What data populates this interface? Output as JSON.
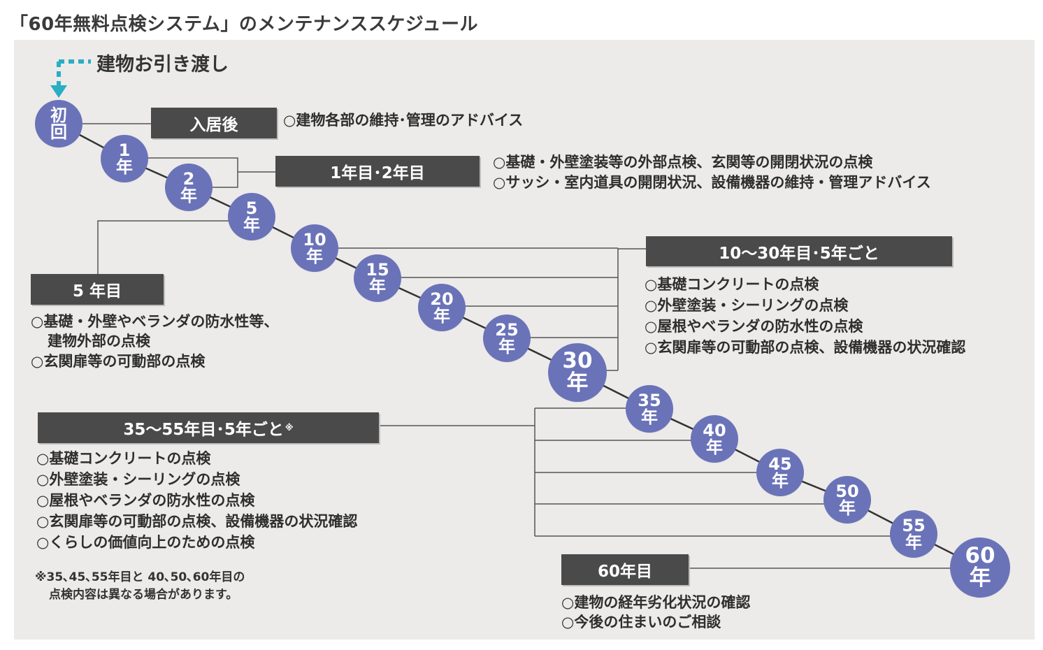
{
  "title": "「60年無料点検システム」のメンテナンススケジュール",
  "handover_label": "建物お引き渡し",
  "nodes": [
    {
      "num": "初",
      "unit": "回"
    },
    {
      "num": "1",
      "unit": "年"
    },
    {
      "num": "2",
      "unit": "年"
    },
    {
      "num": "5",
      "unit": "年"
    },
    {
      "num": "10",
      "unit": "年"
    },
    {
      "num": "15",
      "unit": "年"
    },
    {
      "num": "20",
      "unit": "年"
    },
    {
      "num": "25",
      "unit": "年"
    },
    {
      "num": "30",
      "unit": "年"
    },
    {
      "num": "35",
      "unit": "年"
    },
    {
      "num": "40",
      "unit": "年"
    },
    {
      "num": "45",
      "unit": "年"
    },
    {
      "num": "50",
      "unit": "年"
    },
    {
      "num": "55",
      "unit": "年"
    },
    {
      "num": "60",
      "unit": "年"
    }
  ],
  "groups": {
    "after_move": {
      "label": "入居後",
      "items": [
        "○建物各部の維持･管理のアドバイス"
      ]
    },
    "year1_2": {
      "label": "1年目･2年目",
      "items": [
        "○基礎・外壁塗装等の外部点検、玄関等の開閉状況の点検",
        "○サッシ・室内道具の開閉状況、設備機器の維持・管理アドバイス"
      ]
    },
    "year5": {
      "label": "5 年目",
      "items": [
        "○基礎・外壁やベランダの防水性等、",
        "建物外部の点検",
        "○玄関扉等の可動部の点検"
      ]
    },
    "year10_30": {
      "label": "10〜30年目･5年ごと",
      "items": [
        "○基礎コンクリートの点検",
        "○外壁塗装・シーリングの点検",
        "○屋根やベランダの防水性の点検",
        "○玄関扉等の可動部の点検、設備機器の状況確認"
      ]
    },
    "year35_55": {
      "label": "35〜55年目･5年ごと",
      "mark": "※",
      "items": [
        "○基礎コンクリートの点検",
        "○外壁塗装・シーリングの点検",
        "○屋根やベランダの防水性の点検",
        "○玄関扉等の可動部の点検、設備機器の状況確認",
        "○くらしの価値向上のための点検"
      ]
    },
    "year60": {
      "label": "60年目",
      "items": [
        "○建物の経年劣化状況の確認",
        "○今後の住まいのご相談"
      ]
    }
  },
  "footnote": [
    "※35､45､55年目と 40､50､60年目の",
    "点検内容は異なる場合があります。"
  ],
  "colors": {
    "node": "#6a73b8",
    "tag": "#4a4a4a",
    "panel": "#ecebe9",
    "arrow": "#29aec4",
    "line": "#555555"
  }
}
